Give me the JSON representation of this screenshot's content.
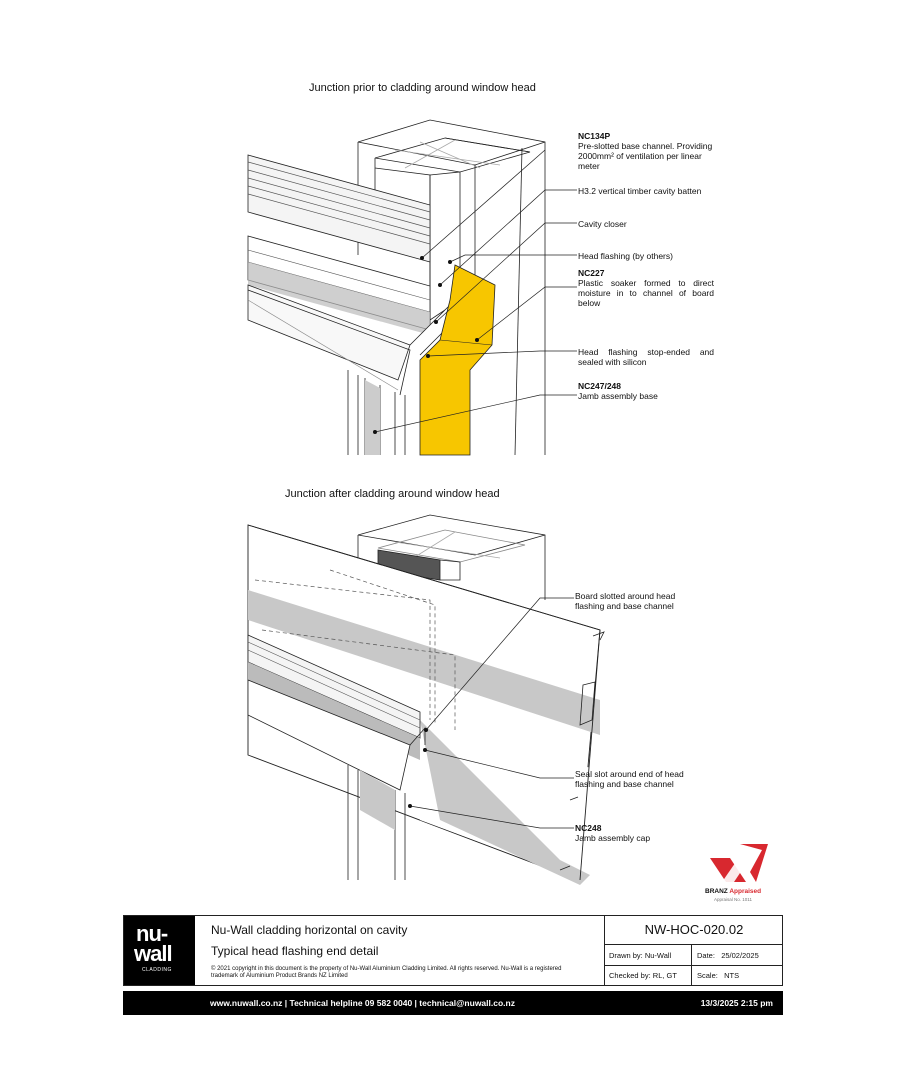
{
  "diagram1": {
    "title": "Junction prior to cladding around window head",
    "labels": [
      {
        "code": "NC134P",
        "text": "Pre-slotted base channel. Providing 2000mm² of ventilation per linear meter"
      },
      {
        "code": "",
        "text": "H3.2 vertical timber cavity batten"
      },
      {
        "code": "",
        "text": "Cavity closer"
      },
      {
        "code": "",
        "text": "Head flashing (by others)"
      },
      {
        "code": "NC227",
        "text": "Plastic soaker formed to direct moisture in to channel of board below"
      },
      {
        "code": "",
        "text": "Head flashing stop-ended and sealed with silicon"
      },
      {
        "code": "NC247/248",
        "text": "Jamb assembly base"
      }
    ]
  },
  "diagram2": {
    "title": "Junction after cladding around window head",
    "labels": [
      {
        "code": "",
        "text": "Board slotted around head flashing and base channel"
      },
      {
        "code": "",
        "text": "Seal slot around end of head flashing and base channel"
      },
      {
        "code": "NC248",
        "text": "Jamb assembly cap"
      }
    ]
  },
  "colors": {
    "soaker": "#f7c600",
    "brand_red": "#d8282f"
  },
  "branz": {
    "brand": "BRANZ",
    "appraised": "Appraised",
    "sub": "Appraisal No. 1011"
  },
  "title_block": {
    "logo_nu": "nu-",
    "logo_wall": "wall",
    "logo_cladding": "CLADDING",
    "line1": "Nu-Wall cladding horizontal on cavity",
    "line2": "Typical head flashing end detail",
    "copyright": "© 2021 copyright in this document is the property of Nu-Wall Aluminium Cladding Limited. All rights reserved. Nu-Wall is a registered trademark of Aluminium Product Brands NZ Limited",
    "drawing_number": "NW-HOC-020.02",
    "drawn_by": "Drawn by: Nu-Wall",
    "date_label": "Date:",
    "date": "25/02/2025",
    "checked_by": "Checked by: RL, GT",
    "scale_label": "Scale:",
    "scale": "NTS"
  },
  "footer": {
    "contact": "www.nuwall.co.nz  |  Technical helpline 09 582 0040  |  technical@nuwall.co.nz",
    "timestamp": "13/3/2025 2:15 pm"
  }
}
